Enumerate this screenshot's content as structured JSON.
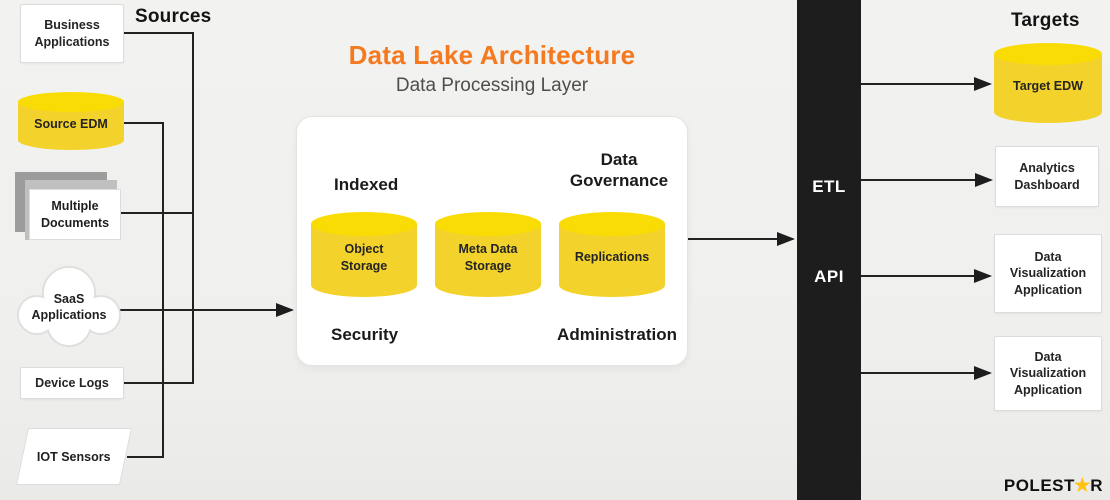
{
  "title": {
    "text": "Data Lake Architecture",
    "subtitle": "Data Processing Layer"
  },
  "sources": {
    "heading": "Sources",
    "items": [
      {
        "label": "Business Applications",
        "shape": "rectangle"
      },
      {
        "label": "Source EDM",
        "shape": "cylinder"
      },
      {
        "label": "Multiple Documents",
        "shape": "stacked-documents"
      },
      {
        "label": "SaaS Applications",
        "shape": "cloud"
      },
      {
        "label": "Device Logs",
        "shape": "rectangle"
      },
      {
        "label": "IOT Sensors",
        "shape": "parallelogram"
      }
    ]
  },
  "lake": {
    "corner_labels": {
      "top_left": "Indexed",
      "top_right": "Data Governance",
      "bottom_left": "Security",
      "bottom_right": "Administration"
    },
    "cylinders": [
      {
        "label": "Object Storage"
      },
      {
        "label": "Meta Data Storage"
      },
      {
        "label": "Replications"
      }
    ]
  },
  "pipeline": {
    "etl_label": "ETL",
    "api_label": "API"
  },
  "targets": {
    "heading": "Targets",
    "items": [
      {
        "label": "Target EDW",
        "shape": "cylinder"
      },
      {
        "label": "Analytics Dashboard",
        "shape": "rectangle"
      },
      {
        "label": "Data Visualization Application",
        "shape": "rectangle"
      },
      {
        "label": "Data Visualization Application",
        "shape": "rectangle"
      }
    ]
  },
  "logo": {
    "prefix": "POLEST",
    "star_icon": "★",
    "suffix": "R"
  },
  "colors": {
    "accent_orange": "#F5791F",
    "cylinder_yellow": "#F3D32B",
    "cylinder_top_yellow": "#FADC05",
    "bar_black": "#1D1D1D",
    "background": "#F0F0EE",
    "line": "#222222"
  }
}
